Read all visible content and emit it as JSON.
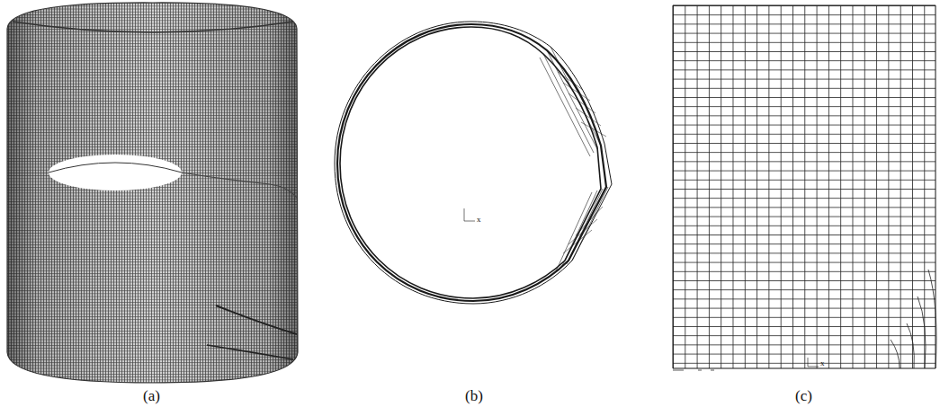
{
  "diagram": {
    "labels": [
      "(a)",
      "(b)",
      "(c)",
      "x",
      "x"
    ]
  }
}
